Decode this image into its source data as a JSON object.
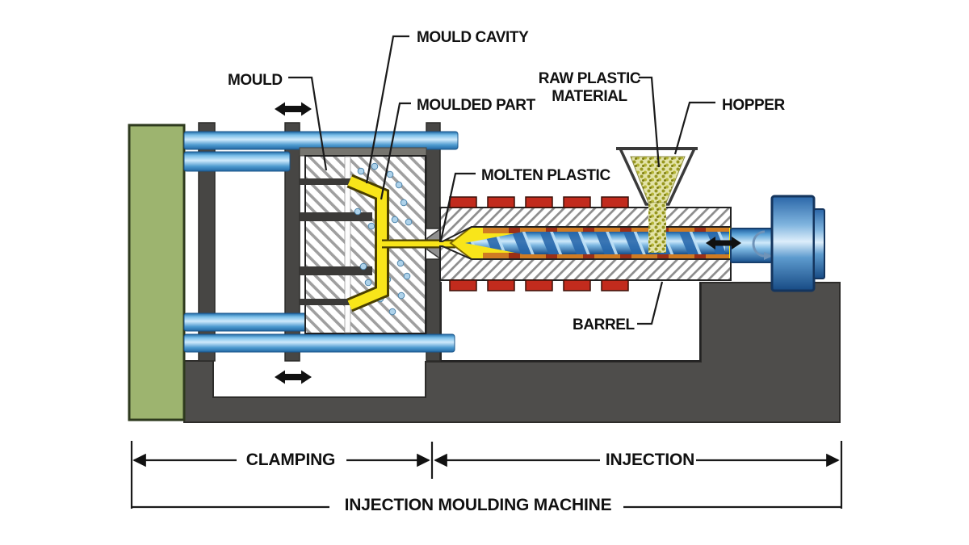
{
  "diagram": {
    "part_labels": {
      "mould_cavity": "MOULD CAVITY",
      "mould": "MOULD",
      "moulded_part": "MOULDED PART",
      "raw_plastic_line1": "RAW PLASTIC",
      "raw_plastic_line2": "MATERIAL",
      "hopper": "HOPPER",
      "molten_plastic": "MOLTEN PLASTIC",
      "barrel": "BARREL"
    },
    "dimension_labels": {
      "clamping": "CLAMPING",
      "injection": "INJECTION",
      "machine": "INJECTION MOULDING MACHINE"
    },
    "colors": {
      "fixed_plate_green": "#9db46f",
      "machine_base_gray": "#4e4d4b",
      "tie_bar_blue": "#5ba3d4",
      "mould_hatch_gray": "#9f9f9f",
      "heater_red": "#c22b1d",
      "heater_strip_orange": "#d07b23",
      "molten_plastic_yellow": "#f8e51a",
      "screw_blue": "#4f9ad2",
      "pellet_olive": "#a2a22e",
      "line_black": "#111111"
    }
  }
}
